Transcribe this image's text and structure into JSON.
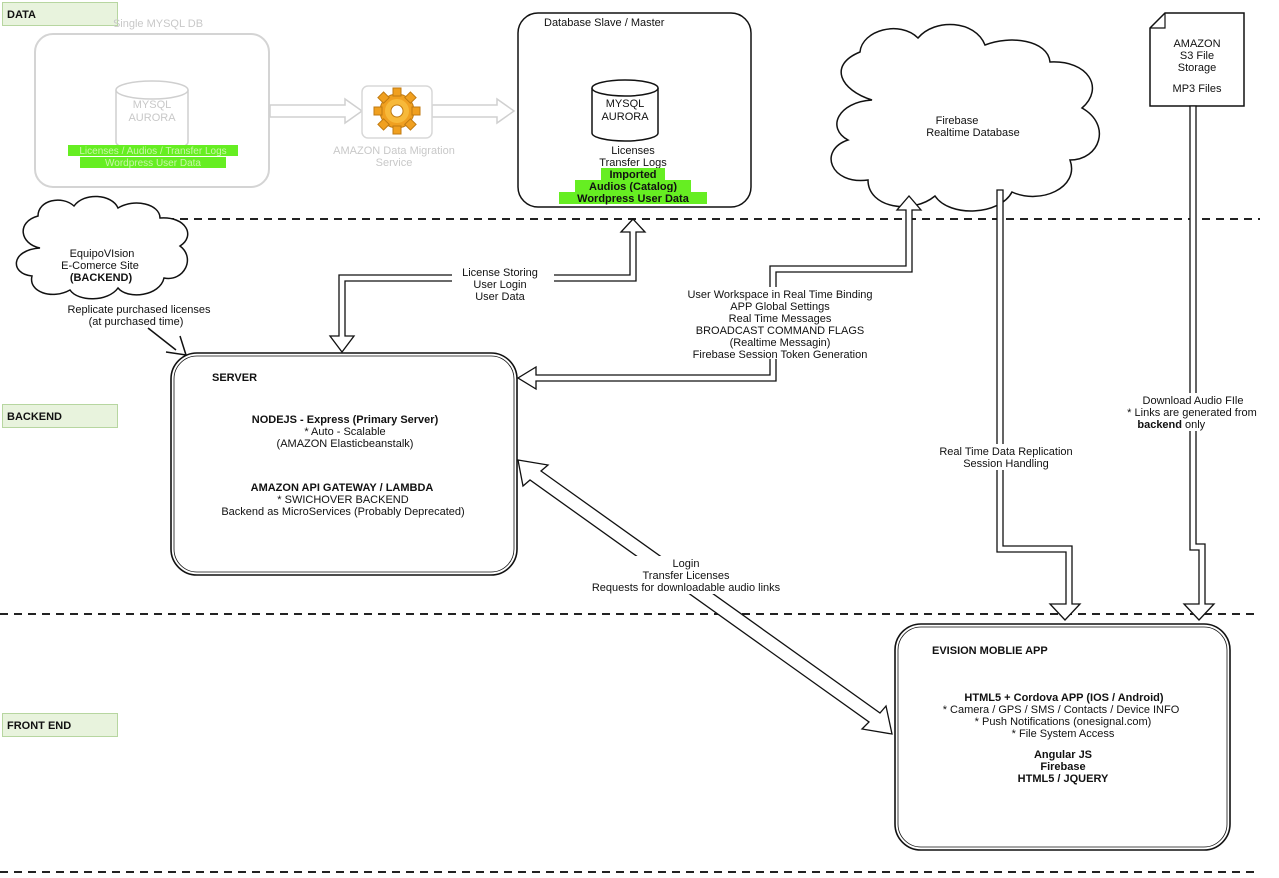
{
  "sections": {
    "data": "DATA",
    "backend": "BACKEND",
    "frontend": "FRONT END"
  },
  "single_db": {
    "title": "Single MYSQL DB",
    "cyl_1": "MYSQL",
    "cyl_2": "AURORA",
    "highlight_1": "Licenses / Audios / Transfer Logs",
    "highlight_2": "Wordpress User Data"
  },
  "migration": {
    "line1": "AMAZON Data Migration",
    "line2": "Service",
    "icon": "gear-icon"
  },
  "db_master": {
    "title": "Database Slave / Master",
    "cyl_1": "MYSQL",
    "cyl_2": "AURORA",
    "line1": "Licenses",
    "line2": "Transfer Logs",
    "hl1": "Imported",
    "hl2": "Audios (Catalog)",
    "hl3": "Wordpress User Data"
  },
  "firebase": {
    "line1": "Firebase",
    "line2": "Realtime Database"
  },
  "s3": {
    "line1": "AMAZON",
    "line2": "S3 File",
    "line3": "Storage",
    "line4": "MP3 Files"
  },
  "ecommerce": {
    "line1": "EquipoVIsion",
    "line2": "E-Comerce Site",
    "line3": "(BACKEND)",
    "note1": "Replicate purchased licenses",
    "note2": "(at purchased time)"
  },
  "edge_server_db": {
    "l1": "License Storing",
    "l2": "User Login",
    "l3": "User Data"
  },
  "edge_server_firebase": {
    "l1": "User Workspace in Real Time Binding",
    "l2": "APP Global Settings",
    "l3": "Real Time Messages",
    "l4": "BROADCAST COMMAND FLAGS",
    "l5": "(Realtime Messagin)",
    "l6": "Firebase Session Token Generation"
  },
  "edge_firebase_app": {
    "l1": "Real Time Data Replication",
    "l2": "Session Handling"
  },
  "edge_s3_app": {
    "l1": "Download Audio FIle",
    "l2": "* Links are generated from",
    "l3": "backend",
    "l4": "only"
  },
  "edge_server_app": {
    "l1": "Login",
    "l2": "Transfer Licenses",
    "l3": "Requests for downloadable audio links"
  },
  "server": {
    "title": "SERVER",
    "h1": "NODEJS - Express (Primary Server)",
    "l1": "* Auto - Scalable",
    "l2": "(AMAZON Elasticbeanstalk)",
    "h2": "AMAZON API GATEWAY / LAMBDA",
    "l3": "* SWICHOVER BACKEND",
    "l4": "Backend as MicroServices (Probably Deprecated)"
  },
  "app": {
    "title": "EVISION MOBLIE APP",
    "h1": "HTML5 + Cordova APP (IOS / Android)",
    "l1": "* Camera / GPS / SMS / Contacts / Device INFO",
    "l2": "* Push Notifications (onesignal.com)",
    "l3": "* File System Access",
    "h2": "Angular JS",
    "h3": "Firebase",
    "h4": "HTML5 / JQUERY"
  },
  "colors": {
    "highlight": "#66ee22",
    "faded": "#c8c8c8",
    "section_tab": "#e8f3dd",
    "gear": "#f0a020"
  }
}
